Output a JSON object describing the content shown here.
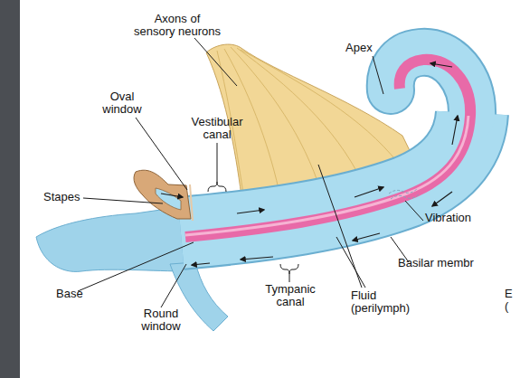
{
  "diagram": {
    "labels": [
      "Axons of sensory neurons",
      "Apex",
      "Oval window",
      "Vestibular canal",
      "Stapes",
      "Vibration",
      "Basilar membr",
      "Base",
      "Round window",
      "Tympanic canal",
      "Fluid (perilymph)",
      "E ("
    ]
  }
}
